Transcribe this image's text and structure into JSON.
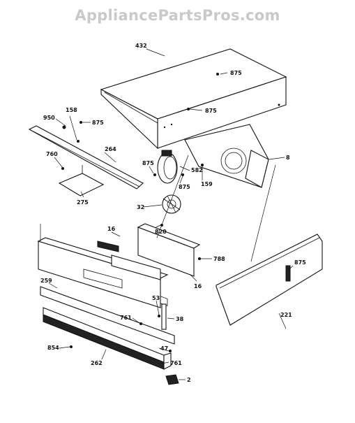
{
  "watermark": "AppliancePartsPros.com",
  "callouts": [
    {
      "id": "c432",
      "text": "432"
    },
    {
      "id": "c875a",
      "text": "875"
    },
    {
      "id": "c875b",
      "text": "875"
    },
    {
      "id": "c950",
      "text": "950"
    },
    {
      "id": "c158",
      "text": "158"
    },
    {
      "id": "c875c",
      "text": "875"
    },
    {
      "id": "c264",
      "text": "264"
    },
    {
      "id": "c760",
      "text": "760"
    },
    {
      "id": "c8",
      "text": "8"
    },
    {
      "id": "c875d",
      "text": "875"
    },
    {
      "id": "c582",
      "text": "582"
    },
    {
      "id": "c875e",
      "text": "875"
    },
    {
      "id": "c159",
      "text": "159"
    },
    {
      "id": "c275",
      "text": "275"
    },
    {
      "id": "c32",
      "text": "32"
    },
    {
      "id": "c820",
      "text": "820"
    },
    {
      "id": "c16a",
      "text": "16"
    },
    {
      "id": "c788",
      "text": "788"
    },
    {
      "id": "c16b",
      "text": "16"
    },
    {
      "id": "c875f",
      "text": "875"
    },
    {
      "id": "c259",
      "text": "259"
    },
    {
      "id": "c53",
      "text": "53"
    },
    {
      "id": "c761a",
      "text": "761"
    },
    {
      "id": "c38",
      "text": "38"
    },
    {
      "id": "c221",
      "text": "221"
    },
    {
      "id": "c854",
      "text": "854"
    },
    {
      "id": "c47",
      "text": "47"
    },
    {
      "id": "c262",
      "text": "262"
    },
    {
      "id": "c761b",
      "text": "761"
    },
    {
      "id": "c2",
      "text": "2"
    }
  ]
}
